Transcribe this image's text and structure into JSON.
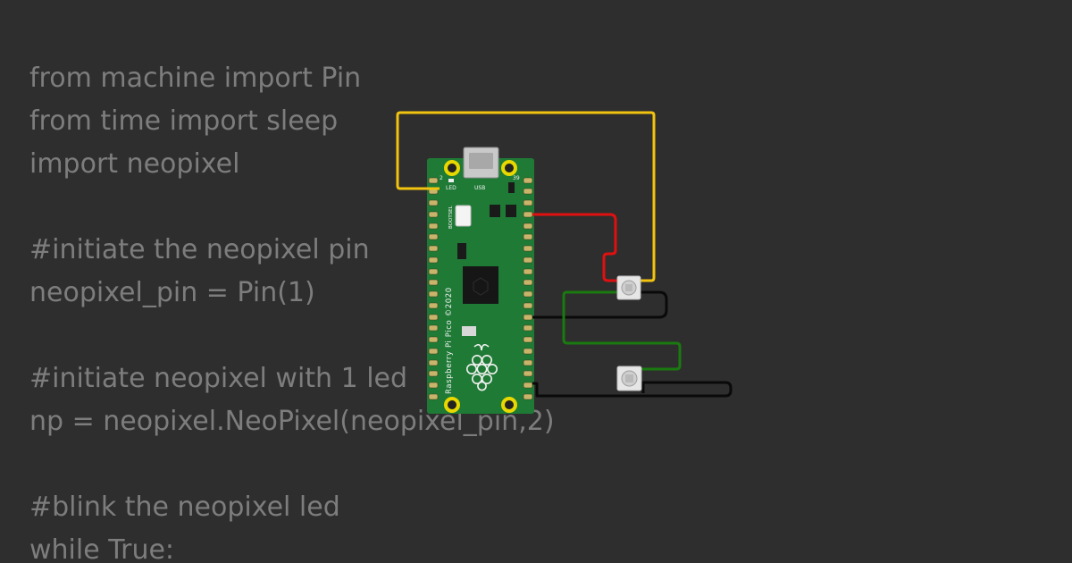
{
  "code": {
    "lines": [
      "from machine import Pin",
      "from time import sleep",
      "import neopixel",
      "",
      "#initiate the neopixel pin",
      "neopixel_pin = Pin(1)",
      "",
      "#initiate neopixel with 1 led",
      "np = neopixel.NeoPixel(neopixel_pin,2)",
      "",
      "#blink the neopixel led",
      "while True:"
    ]
  },
  "board": {
    "led_label": "LED",
    "usb_label": "USB",
    "pin_2_label": "2",
    "pin_39_label": "39",
    "bootsel_label": "BOOTSEL",
    "name_label": "Raspberry Pi Pico ©2020"
  },
  "wires": {
    "signal_color": "#f2c40f",
    "power_color": "#e01010",
    "data_chain_color": "#1a7a10",
    "ground_color": "#0a0a0a"
  },
  "colors": {
    "background": "#2e2e2e",
    "code_text": "#7d7d7d",
    "pcb": "#1f7a36",
    "pin_pad": "#e8d800",
    "pixel_body": "#e6e6e6"
  }
}
